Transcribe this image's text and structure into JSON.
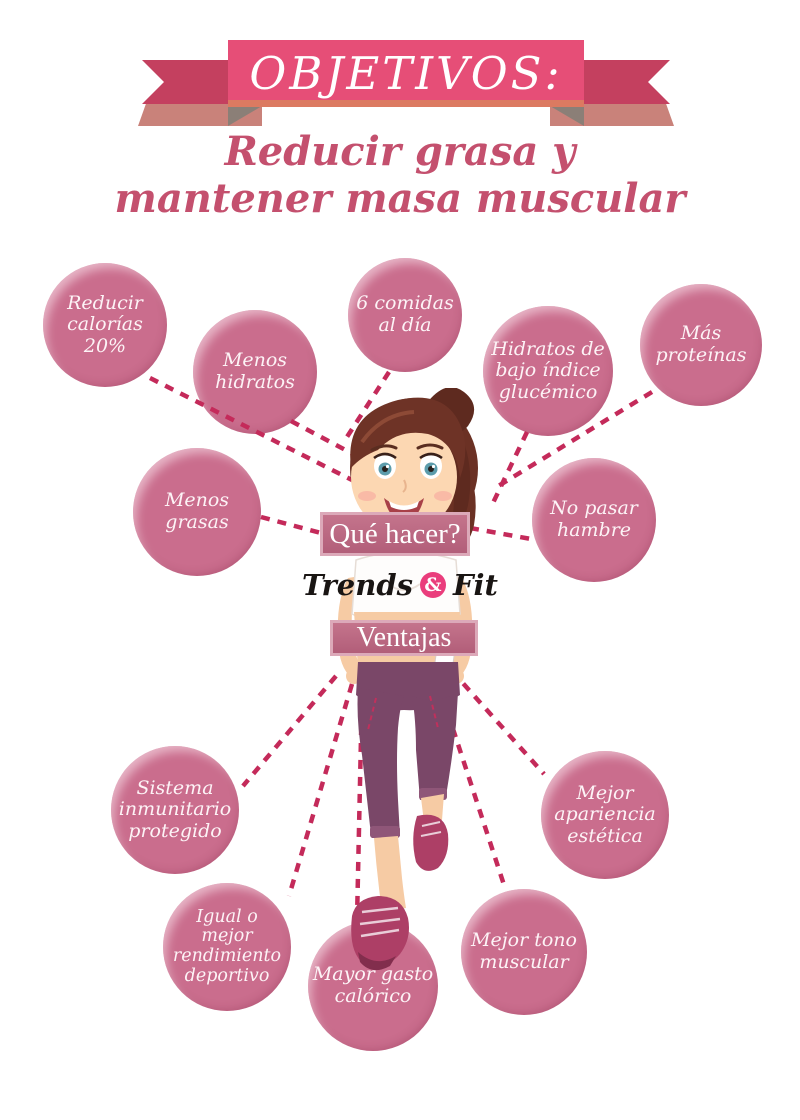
{
  "banner": {
    "title": "OBJETIVOS:"
  },
  "subtitle": {
    "line1": "Reducir grasa y",
    "line2": "mantener masa muscular"
  },
  "center": {
    "what_label": "Qué hacer?",
    "benefits_label": "Ventajas",
    "logo": {
      "word1": "Trends",
      "ampersand": "&",
      "word2": "Fit"
    }
  },
  "what_to_do": [
    {
      "lines": [
        "Reducir",
        "calorías",
        "20%"
      ]
    },
    {
      "lines": [
        "Menos",
        "hidratos"
      ]
    },
    {
      "lines": [
        "6 comidas",
        "al día"
      ]
    },
    {
      "lines": [
        "Hidratos de",
        "bajo índice",
        "glucémico"
      ]
    },
    {
      "lines": [
        "Más",
        "proteínas"
      ]
    },
    {
      "lines": [
        "Menos",
        "grasas"
      ]
    },
    {
      "lines": [
        "No pasar",
        "hambre"
      ]
    }
  ],
  "advantages": [
    {
      "lines": [
        "Sistema",
        "inmunitario",
        "protegido"
      ]
    },
    {
      "lines": [
        "Igual o",
        "mejor",
        "rendimiento",
        "deportivo"
      ]
    },
    {
      "lines": [
        "Mayor gasto",
        "calórico"
      ]
    },
    {
      "lines": [
        "Mejor tono",
        "muscular"
      ]
    },
    {
      "lines": [
        "Mejor",
        "apariencia",
        "estética"
      ]
    }
  ],
  "colors": {
    "band": "#e64e77",
    "band_edge": "#dc7a61",
    "tail_dark": "#c4405f",
    "tail_light": "#c9827a",
    "fold": "#8b7f77",
    "subtitle_text": "#c4506e",
    "bubble_fill": "#ca6d8d",
    "bubble_text": "#fdf3f6",
    "connector": "#c42a5a",
    "box_fill": "#c06e88",
    "box_border": "#dca9b9",
    "logo_amp_bg": "#ea3d7c"
  }
}
